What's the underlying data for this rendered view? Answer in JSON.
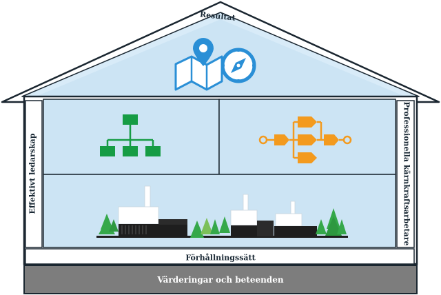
{
  "labels": {
    "roof": "Resultat",
    "left_pillar": "Effektivt ledarskap",
    "right_pillar": "Professionella kärnkraftsarbetare",
    "beam": "Förhållningssätt",
    "foundation": "Värderingar och beteenden"
  },
  "icons": {
    "roof": "map-compass-icon",
    "room_left": "org-chart-icon",
    "room_right": "process-flow-icon",
    "ground": "power-plant-icon"
  },
  "colors": {
    "outline": "#1a2630",
    "frame": "#ffffff",
    "interior": "#cce4f4",
    "roof_stripe": "#d6eaf7",
    "foundation": "#7d7d7d",
    "org_chart": "#169c44",
    "process": "#f39a1e",
    "map_icon": "#2a8fd6",
    "tree": "#35a84a"
  }
}
